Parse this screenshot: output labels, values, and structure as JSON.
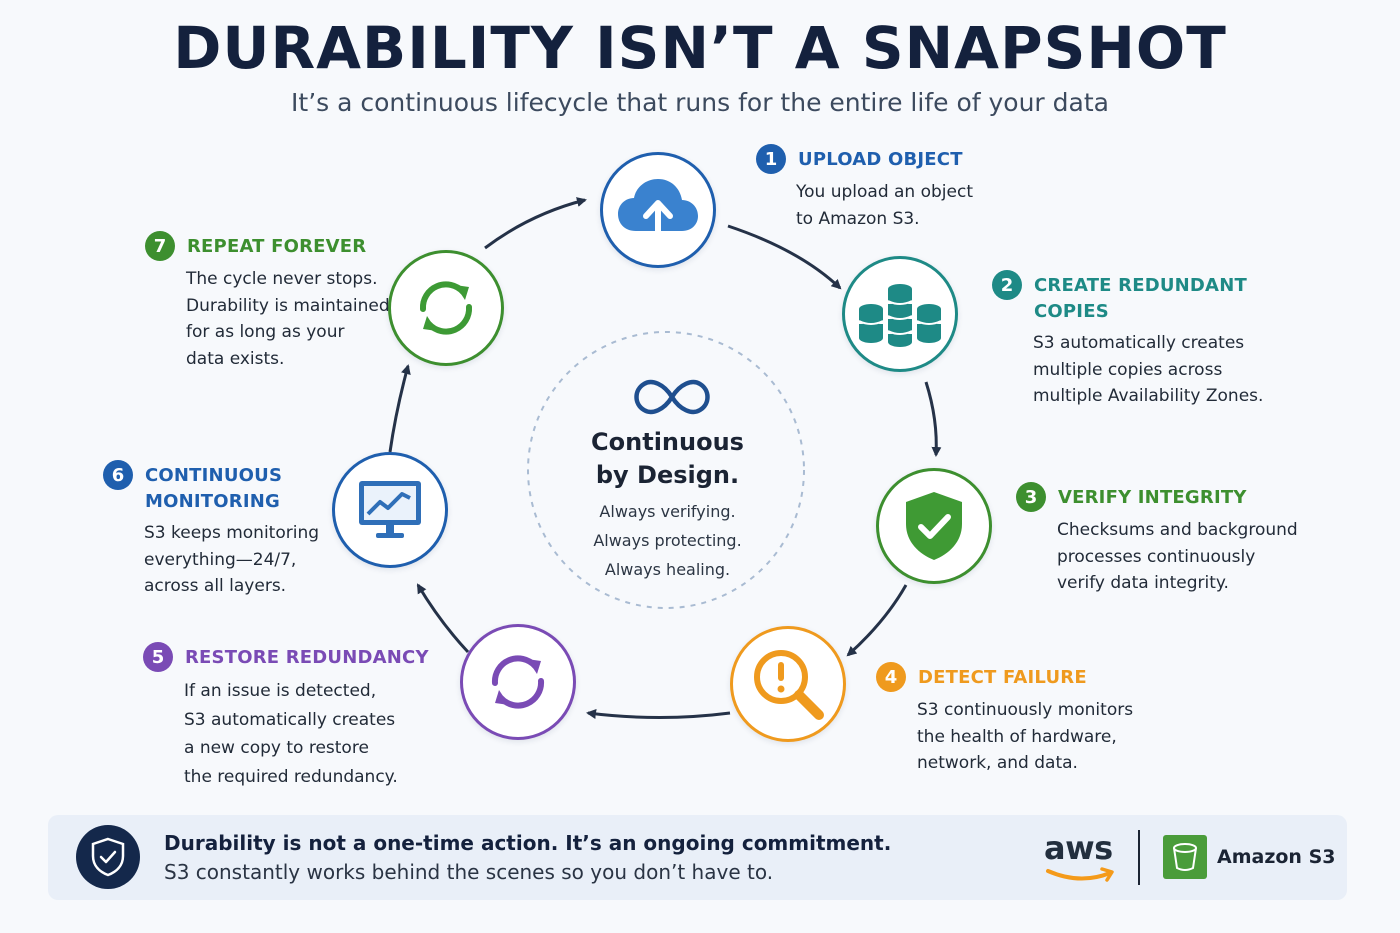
{
  "header": {
    "title": "DURABILITY ISN’T A SNAPSHOT",
    "subtitle": "It’s a continuous lifecycle that runs for the entire life of your data"
  },
  "center": {
    "icon": "infinity-icon",
    "title": "Continuous\nby Design.",
    "lines": [
      "Always verifying.",
      "Always protecting.",
      "Always healing."
    ]
  },
  "steps": [
    {
      "number": "1",
      "title": "UPLOAD OBJECT",
      "description": "You upload an object\nto Amazon S3.",
      "color": "#1f5fae",
      "icon": "cloud-upload-icon"
    },
    {
      "number": "2",
      "title": "CREATE REDUNDANT\nCOPIES",
      "description": "S3 automatically creates\nmultiple copies across\nmultiple Availability Zones.",
      "color": "#1e8a86",
      "icon": "database-stacks-icon"
    },
    {
      "number": "3",
      "title": "VERIFY INTEGRITY",
      "description": "Checksums and background\nprocesses continuously\nverify data integrity.",
      "color": "#3d8f2f",
      "icon": "shield-check-icon"
    },
    {
      "number": "4",
      "title": "DETECT FAILURE",
      "description": "S3 continuously monitors\nthe health of hardware,\nnetwork, and data.",
      "color": "#ef9a1e",
      "icon": "magnifier-alert-icon"
    },
    {
      "number": "5",
      "title": "RESTORE REDUNDANCY",
      "description": "If an issue is detected,\nS3 automatically creates\na new copy to restore\nthe required redundancy.",
      "color": "#7a4bb5",
      "icon": "refresh-icon"
    },
    {
      "number": "6",
      "title": "CONTINUOUS\nMONITORING",
      "description": "S3 keeps monitoring\neverything—24/7,\nacross all layers.",
      "color": "#1f5fae",
      "icon": "monitor-chart-icon"
    },
    {
      "number": "7",
      "title": "REPEAT FOREVER",
      "description": "The cycle never stops.\nDurability is maintained\nfor as long as your\ndata exists.",
      "color": "#3d8f2f",
      "icon": "cycle-arrows-icon"
    }
  ],
  "footer": {
    "line1": "Durability is not a one-time action. It’s an ongoing commitment.",
    "line2": "S3 constantly works behind the scenes so you don’t have to.",
    "icon": "shield-check-icon",
    "aws_logo": "aws",
    "product_icon": "s3-bucket-icon",
    "product_label": "Amazon S3"
  }
}
